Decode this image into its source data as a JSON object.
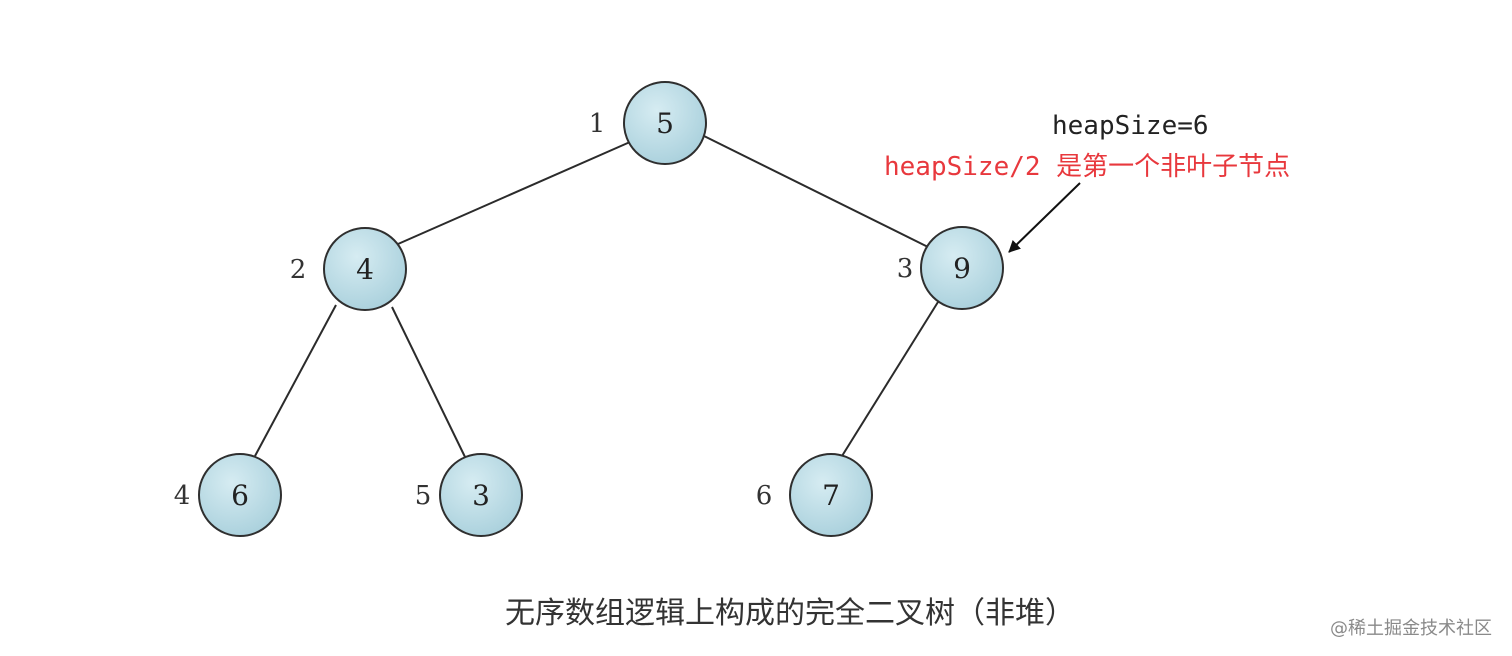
{
  "tree": {
    "nodes": [
      {
        "index": "1",
        "value": "5"
      },
      {
        "index": "2",
        "value": "4"
      },
      {
        "index": "3",
        "value": "9"
      },
      {
        "index": "4",
        "value": "6"
      },
      {
        "index": "5",
        "value": "3"
      },
      {
        "index": "6",
        "value": "7"
      }
    ]
  },
  "annotation": {
    "heap_size": "heapSize=6",
    "first_non_leaf": "heapSize/2 是第一个非叶子节点",
    "highlight_color": "#e8383d"
  },
  "caption": "无序数组逻辑上构成的完全二叉树（非堆）",
  "watermark": "@稀土掘金技术社区",
  "colors": {
    "node_fill_light": "#d6ecf2",
    "node_fill_dark": "#a9d0dc",
    "node_stroke": "#2f2f2f"
  }
}
